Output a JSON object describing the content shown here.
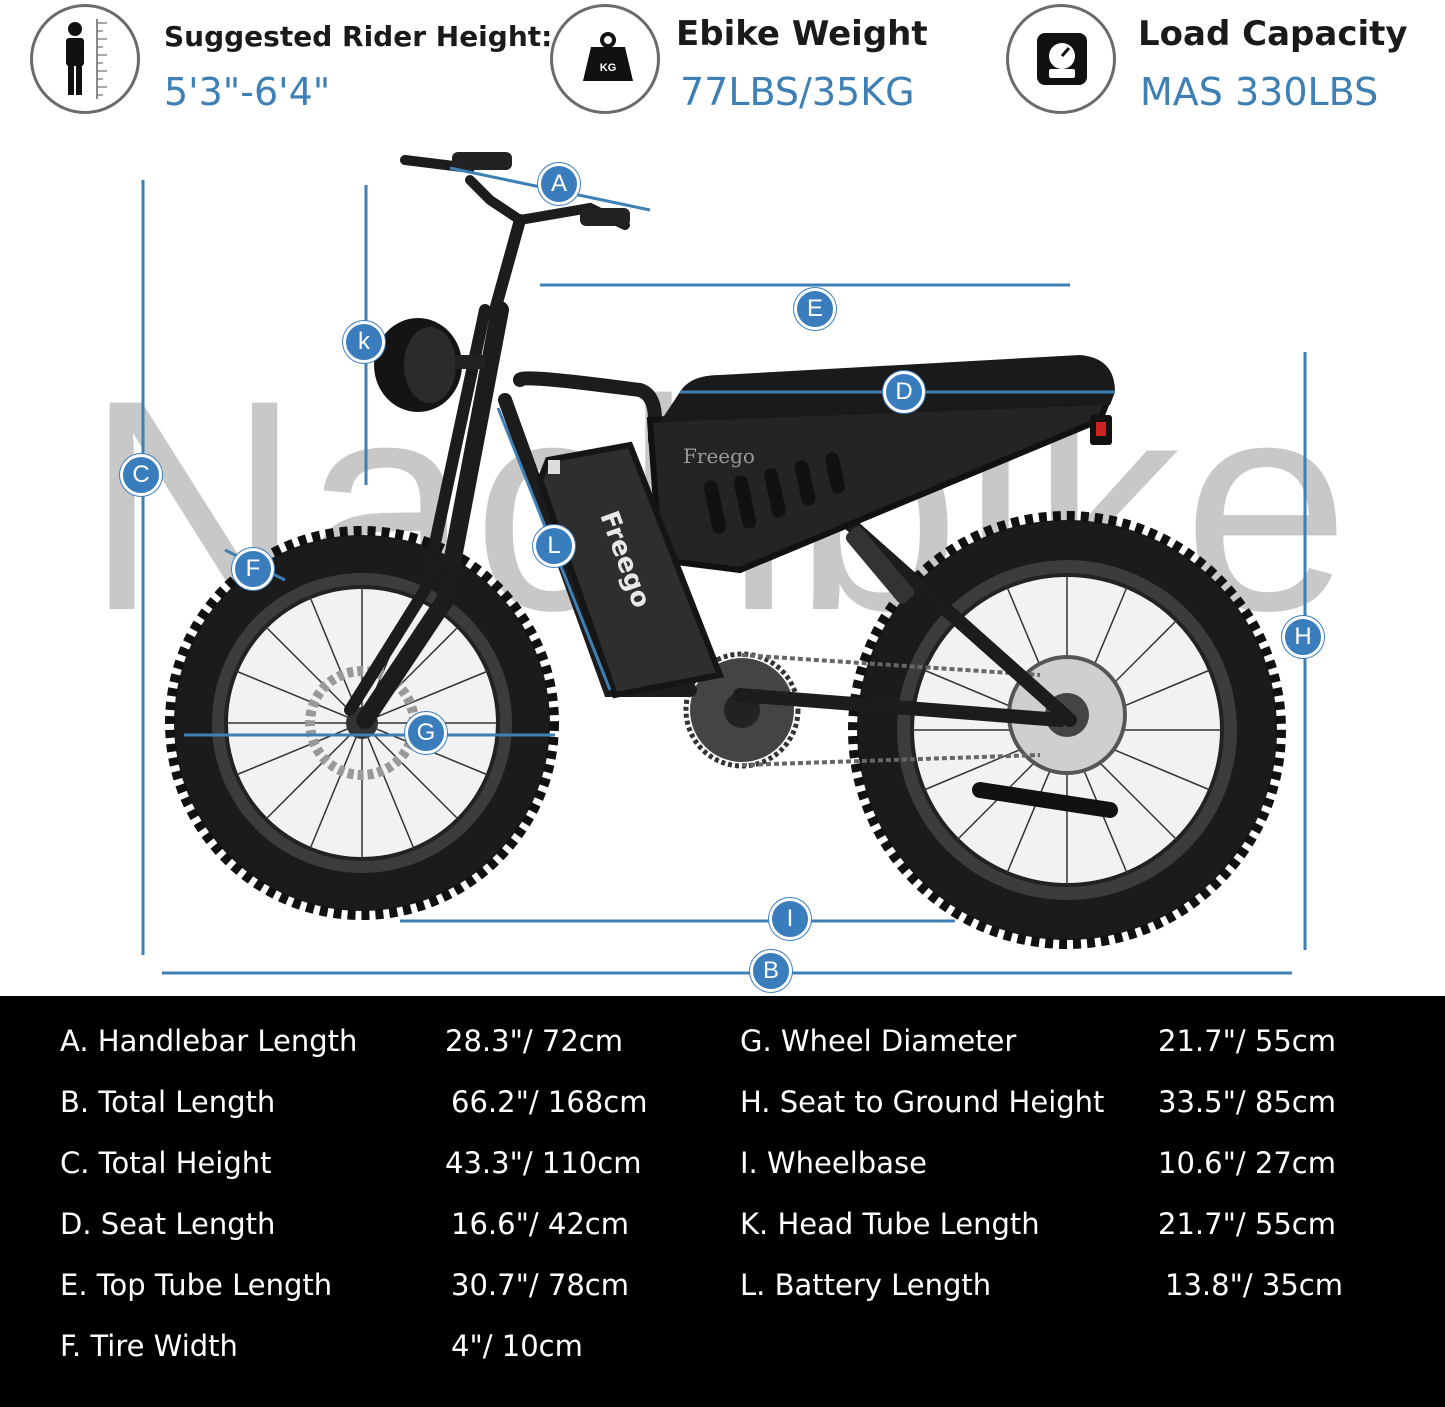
{
  "header": {
    "rider_height": {
      "title": "Suggested Rider Height:",
      "value": "5'3\"-6'4\"",
      "icon": "rider-height-icon"
    },
    "ebike_weight": {
      "title": "Ebike Weight",
      "value": "77LBS/35KG",
      "icon": "weight-kg-icon",
      "icon_text": "KG"
    },
    "load_capacity": {
      "title": "Load Capacity",
      "value": "MAS 330LBS",
      "icon": "scale-icon"
    }
  },
  "diagram": {
    "watermark": "Nachbike",
    "frame_logo": "Freego",
    "battery_logo": "Freego",
    "dimension_labels": [
      "A",
      "E",
      "k",
      "D",
      "C",
      "L",
      "F",
      "H",
      "G",
      "I",
      "B"
    ],
    "line_color": "#3e7fb4"
  },
  "specs": {
    "left": [
      {
        "name": "A. Handlebar Length",
        "value": "28.3\"/ 72cm"
      },
      {
        "name": "B. Total Length",
        "value": "66.2\"/ 168cm"
      },
      {
        "name": "C. Total Height",
        "value": "43.3\"/ 110cm"
      },
      {
        "name": "D. Seat Length",
        "value": "16.6\"/ 42cm"
      },
      {
        "name": "E. Top Tube Length",
        "value": "30.7\"/ 78cm"
      },
      {
        "name": "F. Tire Width",
        "value": "4\"/ 10cm"
      }
    ],
    "right": [
      {
        "name": "G. Wheel Diameter",
        "value": "21.7\"/ 55cm"
      },
      {
        "name": "H. Seat to Ground Height",
        "value": "33.5\"/ 85cm"
      },
      {
        "name": "I. Wheelbase",
        "value": "10.6\"/ 27cm"
      },
      {
        "name": "K. Head Tube Length",
        "value": "21.7\"/ 55cm"
      },
      {
        "name": "L. Battery Length",
        "value": "13.8\"/ 35cm"
      }
    ]
  }
}
